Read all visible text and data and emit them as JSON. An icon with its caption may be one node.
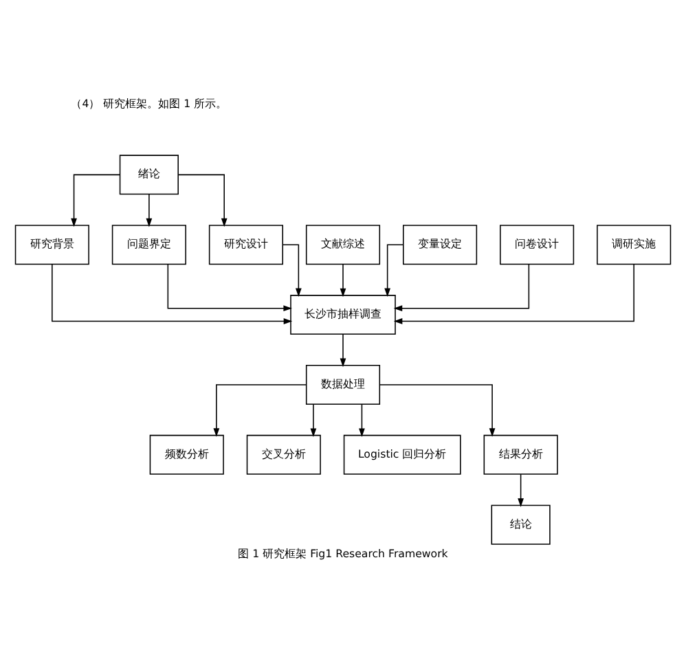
{
  "diagram": {
    "title": "（4） 研究框架。如图 1 所示。",
    "caption": "图 1 研究框架 Fig1 Research Framework",
    "nodes": [
      {
        "text": [
          "绪论"
        ]
      },
      {
        "text": [
          "研究背景"
        ]
      },
      {
        "text": [
          "问题界定"
        ]
      },
      {
        "text": [
          "研究设计"
        ]
      },
      {
        "text": [
          "文献综述"
        ]
      },
      {
        "text": [
          "变量设定"
        ]
      },
      {
        "text": [
          "问卷设计"
        ]
      },
      {
        "text": [
          "调研实施"
        ]
      },
      {
        "text": [
          "长沙市抽样调查"
        ]
      },
      {
        "text": [
          "数据处理"
        ]
      },
      {
        "text": [
          "频数分析"
        ]
      },
      {
        "text": [
          "交叉分析"
        ]
      },
      {
        "text": [
          "Logistic 回归分析"
        ]
      },
      {
        "text": [
          "结果分析"
        ]
      },
      {
        "text": [
          "结论"
        ]
      }
    ],
    "edges": [
      {
        "from": 0,
        "to": 1,
        "arrow": "to"
      },
      {
        "from": 0,
        "to": 2,
        "arrow": "to"
      },
      {
        "from": 0,
        "to": 3,
        "arrow": "to"
      },
      {
        "from": 1,
        "to": 8,
        "arrow": "to"
      },
      {
        "from": 2,
        "to": 8,
        "arrow": "to"
      },
      {
        "from": 3,
        "to": 8,
        "arrow": "to"
      },
      {
        "from": 4,
        "to": 8,
        "arrow": "to"
      },
      {
        "from": 5,
        "to": 8,
        "arrow": "to"
      },
      {
        "from": 6,
        "to": 8,
        "arrow": "to"
      },
      {
        "from": 7,
        "to": 8,
        "arrow": "to"
      },
      {
        "from": 8,
        "to": 9,
        "arrow": "to"
      },
      {
        "from": 9,
        "to": 10,
        "arrow": "to"
      },
      {
        "from": 9,
        "to": 11,
        "arrow": "to"
      },
      {
        "from": 9,
        "to": 12,
        "arrow": "to"
      },
      {
        "from": 9,
        "to": 13,
        "arrow": "to"
      },
      {
        "from": 13,
        "to": 14,
        "arrow": "to"
      }
    ]
  }
}
